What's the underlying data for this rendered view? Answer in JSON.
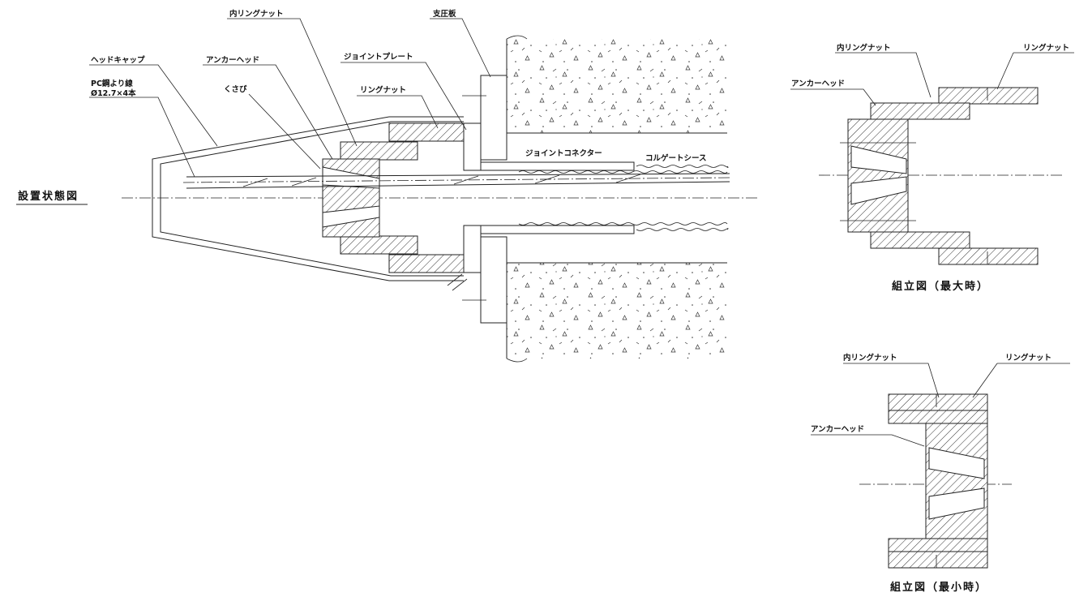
{
  "main_view": {
    "title": "設置状態図",
    "labels": {
      "head_cap": "ヘッドキャップ",
      "strand": "PC鋼より線",
      "strand_spec": "Ø12.7×4本",
      "wedge": "くさび",
      "anchor_head": "アンカーヘッド",
      "inner_ring_nut": "内リングナット",
      "ring_nut": "リングナット",
      "joint_plate": "ジョイントプレート",
      "bearing_plate": "支圧板",
      "joint_connector": "ジョイントコネクター",
      "corrugated_sheath": "コルゲートシース"
    }
  },
  "max_view": {
    "caption": "組立図（最大時）",
    "inner_ring_nut": "内リングナット",
    "ring_nut": "リングナット",
    "anchor_head": "アンカーヘッド"
  },
  "min_view": {
    "caption": "組立図（最小時）",
    "inner_ring_nut": "内リングナット",
    "ring_nut": "リングナット",
    "anchor_head": "アンカーヘッド"
  }
}
